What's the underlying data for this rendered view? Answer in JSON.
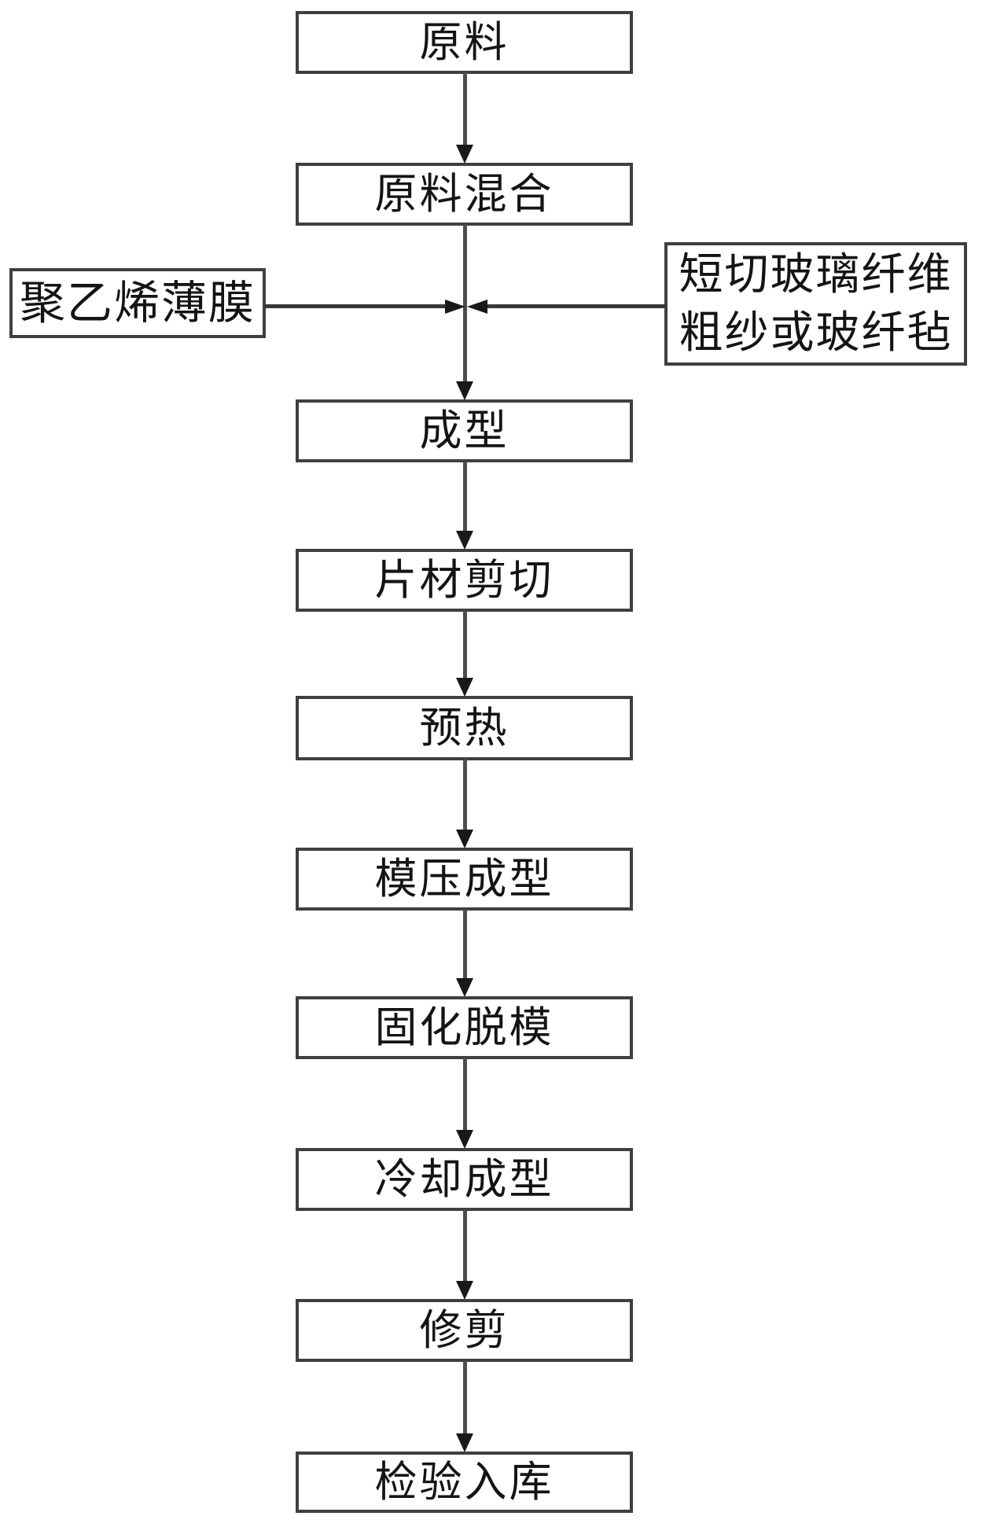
{
  "nodes": {
    "raw_material": {
      "label": "原料"
    },
    "mixing": {
      "label": "原料混合"
    },
    "pe_film": {
      "label": "聚乙烯薄膜"
    },
    "glass_fiber": {
      "lines": [
        "短切玻璃纤维",
        "粗纱或玻纤毡"
      ]
    },
    "forming": {
      "label": "成型"
    },
    "sheet_cutting": {
      "label": "片材剪切"
    },
    "preheating": {
      "label": "预热"
    },
    "compression_molding": {
      "label": "模压成型"
    },
    "curing_demolding": {
      "label": "固化脱模"
    },
    "cooling_forming": {
      "label": "冷却成型"
    },
    "trimming": {
      "label": "修剪"
    },
    "inspection_storage": {
      "label": "检验入库"
    }
  },
  "edges": [
    {
      "from": "raw_material",
      "to": "mixing"
    },
    {
      "from": "mixing",
      "to": "forming"
    },
    {
      "from": "pe_film",
      "to": "forming"
    },
    {
      "from": "glass_fiber",
      "to": "forming"
    },
    {
      "from": "forming",
      "to": "sheet_cutting"
    },
    {
      "from": "sheet_cutting",
      "to": "preheating"
    },
    {
      "from": "preheating",
      "to": "compression_molding"
    },
    {
      "from": "compression_molding",
      "to": "curing_demolding"
    },
    {
      "from": "curing_demolding",
      "to": "cooling_forming"
    },
    {
      "from": "cooling_forming",
      "to": "trimming"
    },
    {
      "from": "trimming",
      "to": "inspection_storage"
    }
  ],
  "colors": {
    "background": "#ffffff",
    "box_border": "#3f3f3f",
    "line": "#4d4d4d",
    "arrowhead": "#191919",
    "text": "#141414"
  }
}
